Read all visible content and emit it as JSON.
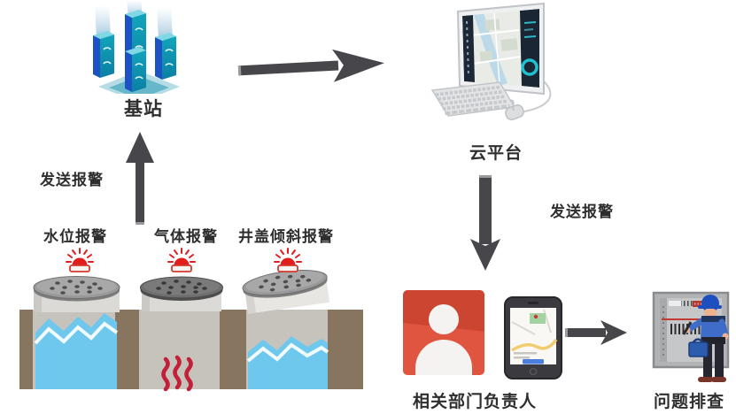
{
  "diagram": {
    "nodes": {
      "base_station": {
        "label": "基站",
        "icon": "base-station-towers-icon"
      },
      "cloud_platform": {
        "label": "云平台",
        "icon": "monitor-map-dashboard-icon"
      },
      "department_head": {
        "label": "相关部门负责人",
        "icons": [
          "contact-person-icon",
          "smartphone-map-icon"
        ]
      },
      "troubleshoot": {
        "label": "问题排查",
        "icon": "worker-at-cabinet-icon"
      }
    },
    "manholes": [
      {
        "label": "水位报警",
        "type": "water-level-alarm",
        "icon": "alarm-siren-icon"
      },
      {
        "label": "气体报警",
        "type": "gas-alarm",
        "icon": "alarm-siren-icon"
      },
      {
        "label": "井盖倾斜报警",
        "type": "cover-tilt-alarm",
        "icon": "alarm-siren-icon"
      }
    ],
    "flows": {
      "manholes_to_base": {
        "label": "发送报警",
        "direction": "up"
      },
      "base_to_cloud": {
        "label": "",
        "direction": "right"
      },
      "cloud_to_department": {
        "label": "发送报警",
        "direction": "down"
      },
      "department_to_troubleshoot": {
        "label": "",
        "direction": "right"
      }
    },
    "colors": {
      "arrow": "#47474b",
      "alarm_red": "#e21d1d",
      "gas_red": "#c41f38",
      "water_blue": "#6ec7ec",
      "soil_brown": "#877560",
      "pit_gray": "#c6c3bd",
      "tower_teal": "#0d9ab5",
      "tower_blue": "#1d52c4",
      "contact_red": "#d94a33",
      "screen_dark": "#1c2836",
      "accent_teal": "#1fc0cf",
      "text": "#2e2e2e"
    }
  }
}
